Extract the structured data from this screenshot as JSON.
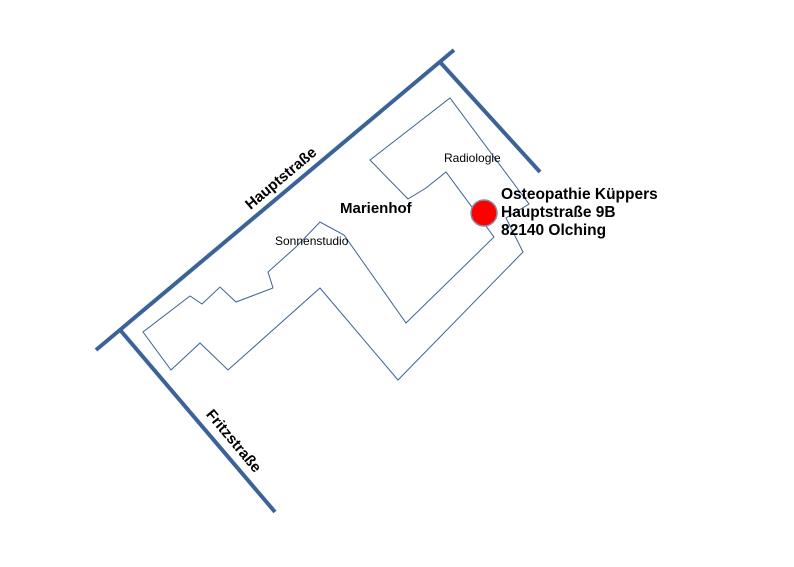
{
  "colors": {
    "road": "#3b639a",
    "building_outline": "#3b639a",
    "marker_fill": "#ff0000",
    "marker_stroke": "#8a8aa0",
    "text": "#000000"
  },
  "streets": {
    "haupt": "Hauptstraße",
    "fritz": "Fritzstraße"
  },
  "labels": {
    "radiologie": "Radiologie",
    "marienhof": "Marienhof",
    "sonnenstudio": "Sonnenstudio"
  },
  "marker": {
    "icon": "location-dot-icon"
  },
  "address": {
    "name": "Osteopathie Küppers",
    "street": "Hauptstraße 9B",
    "city": "82140 Olching"
  }
}
